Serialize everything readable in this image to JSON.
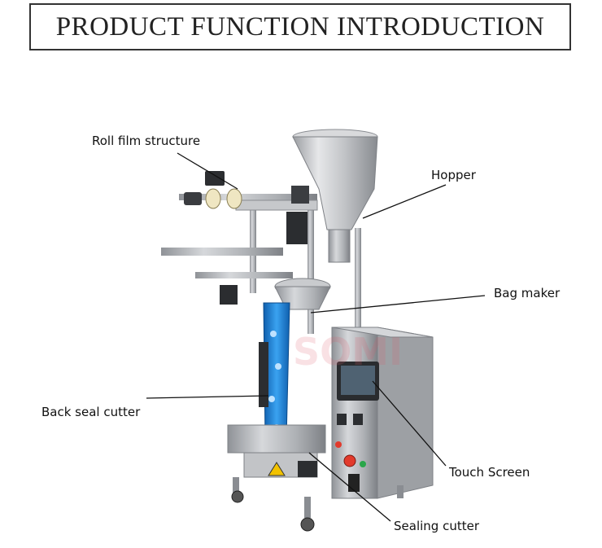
{
  "header": {
    "title": "PRODUCT FUNCTION INTRODUCTION"
  },
  "callouts": {
    "roll_film": "Roll film structure",
    "hopper": "Hopper",
    "bag_maker": "Bag maker",
    "back_seal": "Back seal cutter",
    "touch_screen": "Touch Screen",
    "sealing_cutter": "Sealing cutter"
  },
  "colors": {
    "steel": "#b9bcc0",
    "steel_dark": "#8a8d92",
    "film_blue": "#1d7fd6",
    "screen": "#5a6b7a",
    "emergency": "#e23a2c"
  }
}
